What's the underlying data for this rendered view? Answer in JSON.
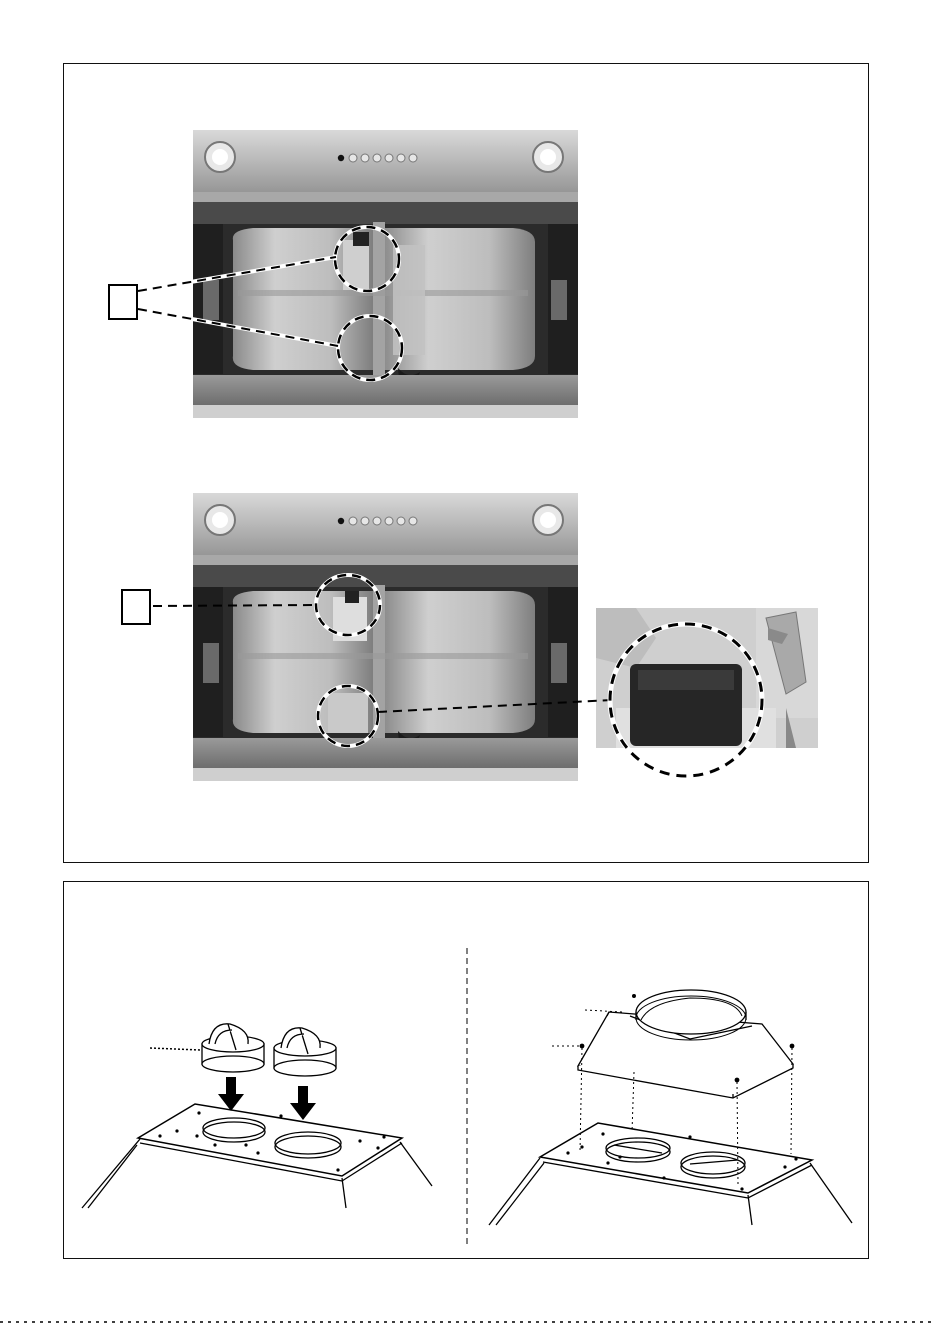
{
  "figure_top": {
    "callout_1_label": "",
    "callout_2_label": ""
  },
  "figure_bottom": {
    "left_diagram": "dampers-into-top-plate",
    "right_diagram": "transition-adapter-onto-top-plate"
  },
  "icons": [
    "hood-photo",
    "motor-blower",
    "damper-icon",
    "arrow-down-icon",
    "adapter-icon"
  ],
  "colors": {
    "border": "#111111",
    "steel": "#b8b8b8",
    "dark_interior": "#2a2a2a",
    "dash": "#000000"
  }
}
